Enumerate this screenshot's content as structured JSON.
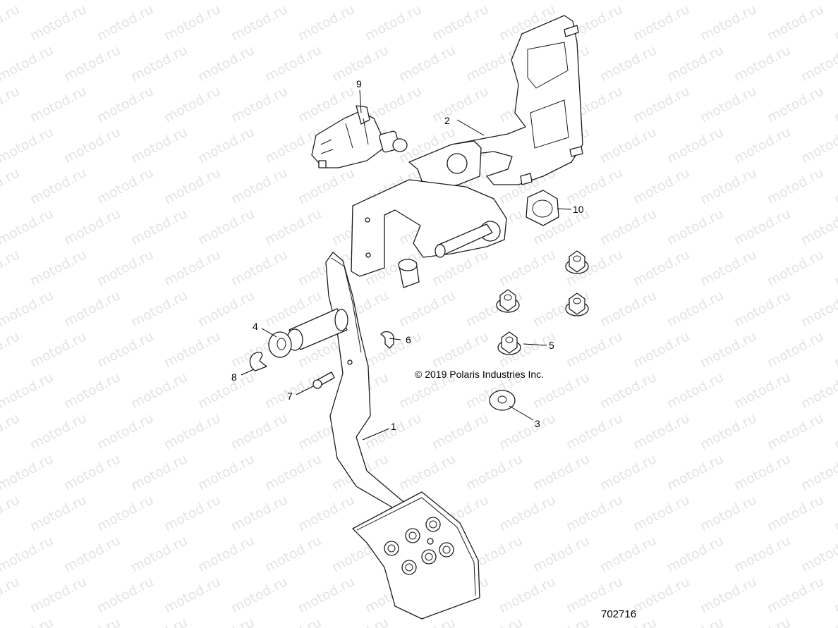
{
  "diagram": {
    "watermark": "motod.ru",
    "copyright": "© 2019 Polaris Industries Inc.",
    "figure_number": "702716",
    "callouts": [
      "1",
      "2",
      "3",
      "4",
      "5",
      "6",
      "7",
      "8",
      "9",
      "10"
    ]
  }
}
